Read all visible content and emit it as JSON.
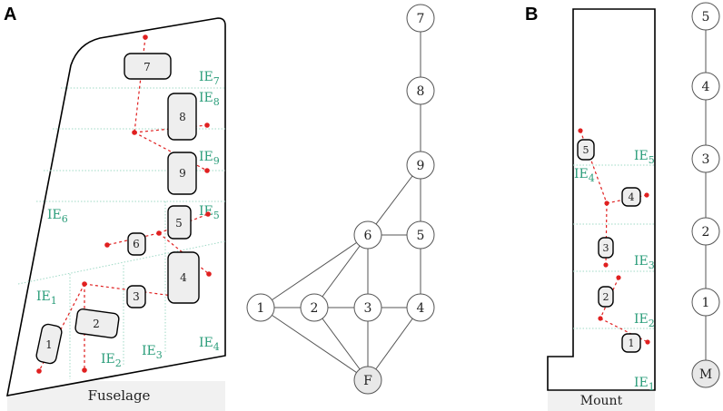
{
  "panels": {
    "a_label": "A",
    "b_label": "B"
  },
  "fuselage": {
    "caption": "Fuselage",
    "components": [
      "1",
      "2",
      "3",
      "4",
      "5",
      "6",
      "7",
      "8",
      "9"
    ],
    "elements": {
      "ie1": "IE",
      "ie1_sub": "1",
      "ie2": "IE",
      "ie2_sub": "2",
      "ie3": "IE",
      "ie3_sub": "3",
      "ie4": "IE",
      "ie4_sub": "4",
      "ie5": "IE",
      "ie5_sub": "5",
      "ie6": "IE",
      "ie6_sub": "6",
      "ie7": "IE",
      "ie7_sub": "7",
      "ie8": "IE",
      "ie8_sub": "8",
      "ie9": "IE",
      "ie9_sub": "9"
    }
  },
  "graph_a": {
    "nodes": [
      "7",
      "8",
      "9",
      "6",
      "5",
      "1",
      "2",
      "3",
      "4",
      "F"
    ],
    "edges": [
      [
        "7",
        "8"
      ],
      [
        "8",
        "9"
      ],
      [
        "9",
        "6"
      ],
      [
        "9",
        "5"
      ],
      [
        "6",
        "5"
      ],
      [
        "6",
        "1"
      ],
      [
        "6",
        "2"
      ],
      [
        "6",
        "3"
      ],
      [
        "6",
        "F"
      ],
      [
        "5",
        "4"
      ],
      [
        "1",
        "2"
      ],
      [
        "2",
        "3"
      ],
      [
        "3",
        "4"
      ],
      [
        "1",
        "F"
      ],
      [
        "2",
        "F"
      ],
      [
        "3",
        "F"
      ],
      [
        "4",
        "F"
      ]
    ]
  },
  "mount": {
    "caption": "Mount",
    "components": [
      "1",
      "2",
      "3",
      "4",
      "5"
    ],
    "elements": {
      "ie1": "IE",
      "ie1_sub": "1",
      "ie2": "IE",
      "ie2_sub": "2",
      "ie3": "IE",
      "ie3_sub": "3",
      "ie4": "IE",
      "ie4_sub": "4",
      "ie5": "IE",
      "ie5_sub": "5"
    }
  },
  "graph_b": {
    "nodes": [
      "5",
      "4",
      "3",
      "2",
      "1",
      "M"
    ],
    "edges": [
      [
        "5",
        "4"
      ],
      [
        "4",
        "3"
      ],
      [
        "3",
        "2"
      ],
      [
        "2",
        "1"
      ],
      [
        "1",
        "M"
      ]
    ]
  }
}
